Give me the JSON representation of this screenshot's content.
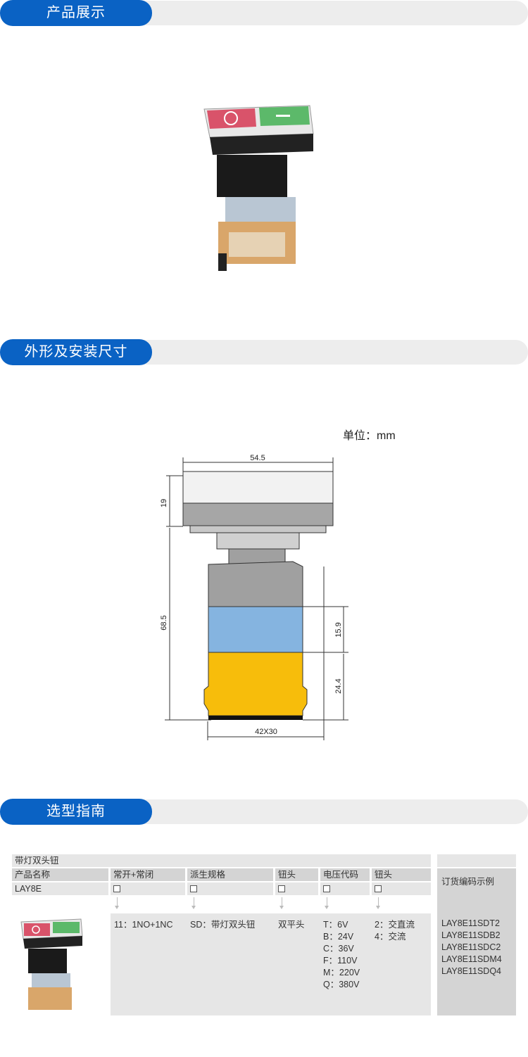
{
  "sections": {
    "product_display": "产品展示",
    "dimensions": "外形及安装尺寸",
    "selection_guide": "选型指南"
  },
  "diagram": {
    "unit_label": "单位：mm",
    "width_top": "54.5",
    "height_head": "19",
    "height_body": "68.5",
    "height_blue": "15.9",
    "height_yellow": "24.4",
    "base_size": "42X30",
    "colors": {
      "gray": "#a0a0a0",
      "blue": "#85b4e0",
      "yellow": "#f7bd0b"
    }
  },
  "table": {
    "title": "带灯双头钮",
    "headers": [
      "产品名称",
      "常开+常闭",
      "派生规格",
      "钮头",
      "电压代码",
      "钮头"
    ],
    "row_values": [
      "LAY8E",
      "",
      "",
      "",
      "",
      ""
    ],
    "order_example_label": "订货编码示例",
    "options": {
      "contacts": "11：1NO+1NC",
      "derivative": "SD：带灯双头钮",
      "head": "双平头",
      "voltages": [
        "T：6V",
        "B：24V",
        "C：36V",
        "F：110V",
        "M：220V",
        "Q：380V"
      ],
      "current": [
        "2：交直流",
        "4：交流"
      ]
    },
    "order_examples": [
      "LAY8E11SDT2",
      "LAY8E11SDB2",
      "LAY8E11SDC2",
      "LAY8E11SDM4",
      "LAY8E11SDQ4"
    ]
  }
}
